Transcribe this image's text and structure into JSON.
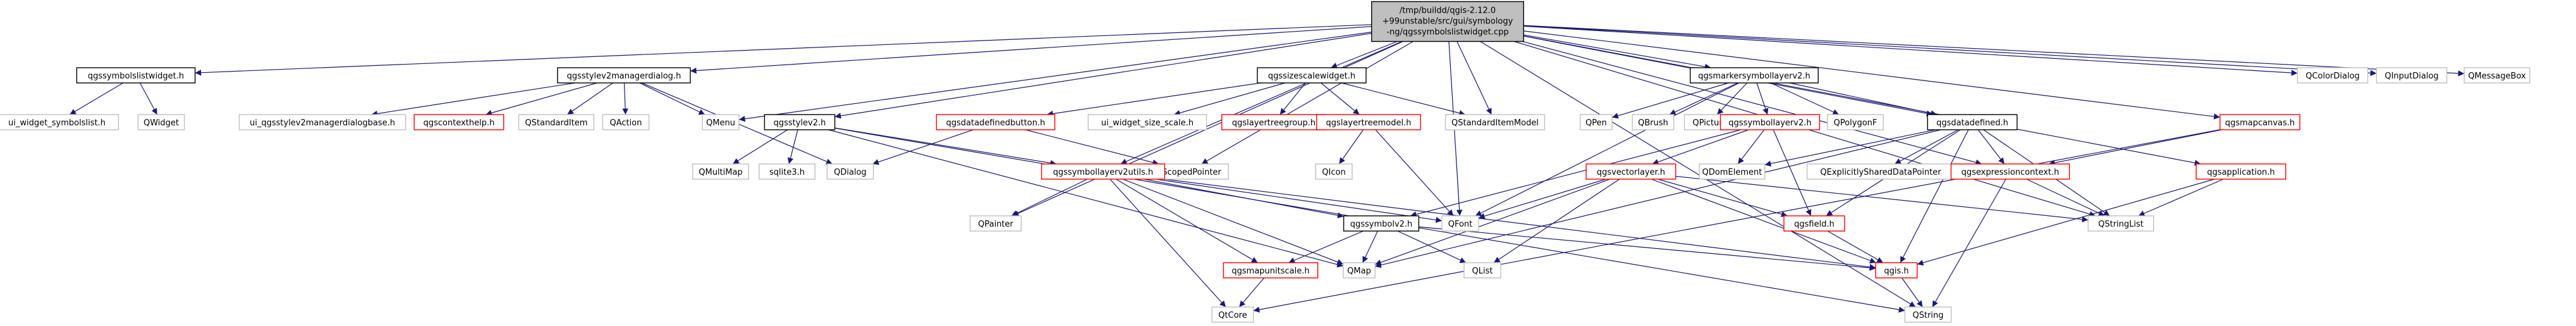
{
  "root": {
    "id": "root",
    "lines": [
      "/tmp/buildd/qgis-2.12.0",
      "+99unstable/src/gui/symbology",
      "-ng/qgssymbolslistwidget.cpp"
    ]
  },
  "colors": {
    "edge": "#191970",
    "root_fill": "#bfbfbf",
    "node_border": "#000000",
    "missing_border": "#bfbfbf",
    "undocumented_border": "#ff0000"
  },
  "nodes": [
    {
      "id": "qgssymbolslistwidget_h",
      "label": "qgssymbolslistwidget.h",
      "kind": "doc"
    },
    {
      "id": "ui_widget_symbolslist_h",
      "label": "ui_widget_symbolslist.h",
      "kind": "missing"
    },
    {
      "id": "qwidget",
      "label": "QWidget",
      "kind": "missing"
    },
    {
      "id": "qgsstylev2managerdialog_h",
      "label": "qgsstylev2managerdialog.h",
      "kind": "doc"
    },
    {
      "id": "ui_qgsstylev2managerdialogbase_h",
      "label": "ui_qgsstylev2managerdialogbase.h",
      "kind": "missing"
    },
    {
      "id": "qgscontexthelp_h",
      "label": "qgscontexthelp.h",
      "kind": "red"
    },
    {
      "id": "qstandarditem",
      "label": "QStandardItem",
      "kind": "missing"
    },
    {
      "id": "qaction",
      "label": "QAction",
      "kind": "missing"
    },
    {
      "id": "qmenu",
      "label": "QMenu",
      "kind": "missing"
    },
    {
      "id": "qgsstylev2_h",
      "label": "qgsstylev2.h",
      "kind": "doc"
    },
    {
      "id": "qmultimap",
      "label": "QMultiMap",
      "kind": "missing"
    },
    {
      "id": "sqlite3_h",
      "label": "sqlite3.h",
      "kind": "missing"
    },
    {
      "id": "qdialog",
      "label": "QDialog",
      "kind": "missing"
    },
    {
      "id": "qgssizescalewidget_h",
      "label": "qgssizescalewidget.h",
      "kind": "doc"
    },
    {
      "id": "qgsdatadefinedbutton_h",
      "label": "qgsdatadefinedbutton.h",
      "kind": "red"
    },
    {
      "id": "ui_widget_size_scale_h",
      "label": "ui_widget_size_scale.h",
      "kind": "missing"
    },
    {
      "id": "qgslayertreegroup_h",
      "label": "qgslayertreegroup.h",
      "kind": "red"
    },
    {
      "id": "qgslayertreemodel_h",
      "label": "qgslayertreemodel.h",
      "kind": "red"
    },
    {
      "id": "qstandarditemmodel",
      "label": "QStandardItemModel",
      "kind": "missing"
    },
    {
      "id": "qicon",
      "label": "QIcon",
      "kind": "missing"
    },
    {
      "id": "qscopedpointer",
      "label": "QScopedPointer",
      "kind": "missing"
    },
    {
      "id": "qgssymbollayerv2utils_h",
      "label": "qgssymbollayerv2utils.h",
      "kind": "red"
    },
    {
      "id": "qpainter",
      "label": "QPainter",
      "kind": "missing"
    },
    {
      "id": "qgsmarkersymbollayerv2_h",
      "label": "qgsmarkersymbollayerv2.h",
      "kind": "doc"
    },
    {
      "id": "qpen",
      "label": "QPen",
      "kind": "missing"
    },
    {
      "id": "qbrush",
      "label": "QBrush",
      "kind": "missing"
    },
    {
      "id": "qpicture",
      "label": "QPicture",
      "kind": "missing"
    },
    {
      "id": "qgssymbollayerv2_h",
      "label": "qgssymbollayerv2.h",
      "kind": "red"
    },
    {
      "id": "qpolygonf",
      "label": "QPolygonF",
      "kind": "missing"
    },
    {
      "id": "qgsdatadefined_h",
      "label": "qgsdatadefined.h",
      "kind": "doc"
    },
    {
      "id": "qgsvectorlayer_h",
      "label": "qgsvectorlayer.h",
      "kind": "red"
    },
    {
      "id": "qdomelement",
      "label": "QDomElement",
      "kind": "missing"
    },
    {
      "id": "qexplicitlyshareddatapointer",
      "label": "QExplicitlySharedDataPointer",
      "kind": "missing"
    },
    {
      "id": "qgsexpressioncontext_h",
      "label": "qgsexpressioncontext.h",
      "kind": "red"
    },
    {
      "id": "qfont",
      "label": "QFont",
      "kind": "missing"
    },
    {
      "id": "qgsfield_h",
      "label": "qgsfield.h",
      "kind": "red"
    },
    {
      "id": "qgssymbolv2_h",
      "label": "qgssymbolv2.h",
      "kind": "doc"
    },
    {
      "id": "qgsmapunitscale_h",
      "label": "qgsmapunitscale.h",
      "kind": "red"
    },
    {
      "id": "qmap",
      "label": "QMap",
      "kind": "missing"
    },
    {
      "id": "qlist",
      "label": "QList",
      "kind": "missing"
    },
    {
      "id": "qgis_h",
      "label": "qgis.h",
      "kind": "red"
    },
    {
      "id": "qtcore",
      "label": "QtCore",
      "kind": "missing"
    },
    {
      "id": "qstring",
      "label": "QString",
      "kind": "missing"
    },
    {
      "id": "qstringlist",
      "label": "QStringList",
      "kind": "missing"
    },
    {
      "id": "qgsmapcanvas_h",
      "label": "qgsmapcanvas.h",
      "kind": "red"
    },
    {
      "id": "qgsapplication_h",
      "label": "qgsapplication.h",
      "kind": "red"
    },
    {
      "id": "qcolordialog",
      "label": "QColorDialog",
      "kind": "missing"
    },
    {
      "id": "qinputdialog",
      "label": "QInputDialog",
      "kind": "missing"
    },
    {
      "id": "qmessagebox",
      "label": "QMessageBox",
      "kind": "missing"
    }
  ],
  "edges": [
    [
      "root",
      "qgssymbolslistwidget_h"
    ],
    [
      "root",
      "qgsstylev2managerdialog_h"
    ],
    [
      "root",
      "qgsstylev2_h"
    ],
    [
      "root",
      "qgssizescalewidget_h"
    ],
    [
      "root",
      "qgsmarkersymbollayerv2_h"
    ],
    [
      "root",
      "qgsmapcanvas_h"
    ],
    [
      "root",
      "qgsapplication_h"
    ],
    [
      "root",
      "qcolordialog"
    ],
    [
      "root",
      "qinputdialog"
    ],
    [
      "root",
      "qmessagebox"
    ],
    [
      "root",
      "qmenu"
    ],
    [
      "root",
      "qstandarditemmodel"
    ],
    [
      "root",
      "qgssymbollayerv2utils_h"
    ],
    [
      "root",
      "qscopedpointer"
    ],
    [
      "root",
      "qpainter"
    ],
    [
      "root",
      "qfont"
    ],
    [
      "root",
      "qgsdatadefined_h"
    ],
    [
      "root",
      "qstring"
    ],
    [
      "root",
      "qstringlist"
    ],
    [
      "root",
      "qgsexpressioncontext_h"
    ],
    [
      "qgssymbolslistwidget_h",
      "ui_widget_symbolslist_h"
    ],
    [
      "qgssymbolslistwidget_h",
      "qwidget"
    ],
    [
      "qgsstylev2managerdialog_h",
      "ui_qgsstylev2managerdialogbase_h"
    ],
    [
      "qgsstylev2managerdialog_h",
      "qgscontexthelp_h"
    ],
    [
      "qgsstylev2managerdialog_h",
      "qstandarditem"
    ],
    [
      "qgsstylev2managerdialog_h",
      "qaction"
    ],
    [
      "qgsstylev2managerdialog_h",
      "qmenu"
    ],
    [
      "qgsstylev2managerdialog_h",
      "qdialog"
    ],
    [
      "qgsstylev2_h",
      "qmultimap"
    ],
    [
      "qgsstylev2_h",
      "sqlite3_h"
    ],
    [
      "qgsstylev2_h",
      "qgssymbollayerv2utils_h"
    ],
    [
      "qgsstylev2_h",
      "qmap"
    ],
    [
      "qgsstylev2_h",
      "qstring"
    ],
    [
      "qgssizescalewidget_h",
      "qgsdatadefinedbutton_h"
    ],
    [
      "qgssizescalewidget_h",
      "ui_widget_size_scale_h"
    ],
    [
      "qgssizescalewidget_h",
      "qgslayertreegroup_h"
    ],
    [
      "qgssizescalewidget_h",
      "qgslayertreemodel_h"
    ],
    [
      "qgssizescalewidget_h",
      "qstandarditemmodel"
    ],
    [
      "qgsdatadefinedbutton_h",
      "qdialog"
    ],
    [
      "qgsdatadefinedbutton_h",
      "qscopedpointer"
    ],
    [
      "qgslayertreemodel_h",
      "qicon"
    ],
    [
      "qgslayertreemodel_h",
      "qfont"
    ],
    [
      "qgssymbollayerv2utils_h",
      "qpainter"
    ],
    [
      "qgssymbollayerv2utils_h",
      "qgssymbolv2_h"
    ],
    [
      "qgssymbollayerv2utils_h",
      "qgsmapunitscale_h"
    ],
    [
      "qgssymbollayerv2utils_h",
      "qmap"
    ],
    [
      "qgssymbollayerv2utils_h",
      "qtcore"
    ],
    [
      "qgssymbollayerv2utils_h",
      "qfont"
    ],
    [
      "qgssymbollayerv2utils_h",
      "qgis_h"
    ],
    [
      "qgsmarkersymbollayerv2_h",
      "qpen"
    ],
    [
      "qgsmarkersymbollayerv2_h",
      "qbrush"
    ],
    [
      "qgsmarkersymbollayerv2_h",
      "qpicture"
    ],
    [
      "qgsmarkersymbollayerv2_h",
      "qgssymbollayerv2_h"
    ],
    [
      "qgsmarkersymbollayerv2_h",
      "qpolygonf"
    ],
    [
      "qgsmarkersymbollayerv2_h",
      "qfont"
    ],
    [
      "qgsmarkersymbollayerv2_h",
      "qgsdatadefined_h"
    ],
    [
      "qgssymbollayerv2_h",
      "qgsvectorlayer_h"
    ],
    [
      "qgssymbollayerv2_h",
      "qdomelement"
    ],
    [
      "qgssymbollayerv2_h",
      "qgssymbolv2_h"
    ],
    [
      "qgssymbollayerv2_h",
      "qgsfield_h"
    ],
    [
      "qgsdatadefined_h",
      "qdomelement"
    ],
    [
      "qgsdatadefined_h",
      "qexplicitlyshareddatapointer"
    ],
    [
      "qgsdatadefined_h",
      "qgsexpressioncontext_h"
    ],
    [
      "qgsdatadefined_h",
      "qgsfield_h"
    ],
    [
      "qgsdatadefined_h",
      "qgis_h"
    ],
    [
      "qgsdatadefined_h",
      "qstringlist"
    ],
    [
      "qgsdatadefined_h",
      "qmap"
    ],
    [
      "qgsvectorlayer_h",
      "qfont"
    ],
    [
      "qgsvectorlayer_h",
      "qmap"
    ],
    [
      "qgsvectorlayer_h",
      "qlist"
    ],
    [
      "qgsvectorlayer_h",
      "qgsfield_h"
    ],
    [
      "qgsvectorlayer_h",
      "qgis_h"
    ],
    [
      "qgsvectorlayer_h",
      "qstringlist"
    ],
    [
      "qgssymbolv2_h",
      "qgsmapunitscale_h"
    ],
    [
      "qgssymbolv2_h",
      "qmap"
    ],
    [
      "qgssymbolv2_h",
      "qlist"
    ],
    [
      "qgssymbolv2_h",
      "qgis_h"
    ],
    [
      "qgsmapunitscale_h",
      "qtcore"
    ],
    [
      "qgsexpressioncontext_h",
      "qstringlist"
    ],
    [
      "qgsexpressioncontext_h",
      "qstring"
    ],
    [
      "qgsfield_h",
      "qgis_h"
    ],
    [
      "qgis_h",
      "qstring"
    ],
    [
      "qgsmapcanvas_h",
      "qgsexpressioncontext_h"
    ],
    [
      "qgsmapcanvas_h",
      "qtcore"
    ],
    [
      "qgsapplication_h",
      "qstringlist"
    ],
    [
      "qgsapplication_h",
      "qgis_h"
    ]
  ]
}
